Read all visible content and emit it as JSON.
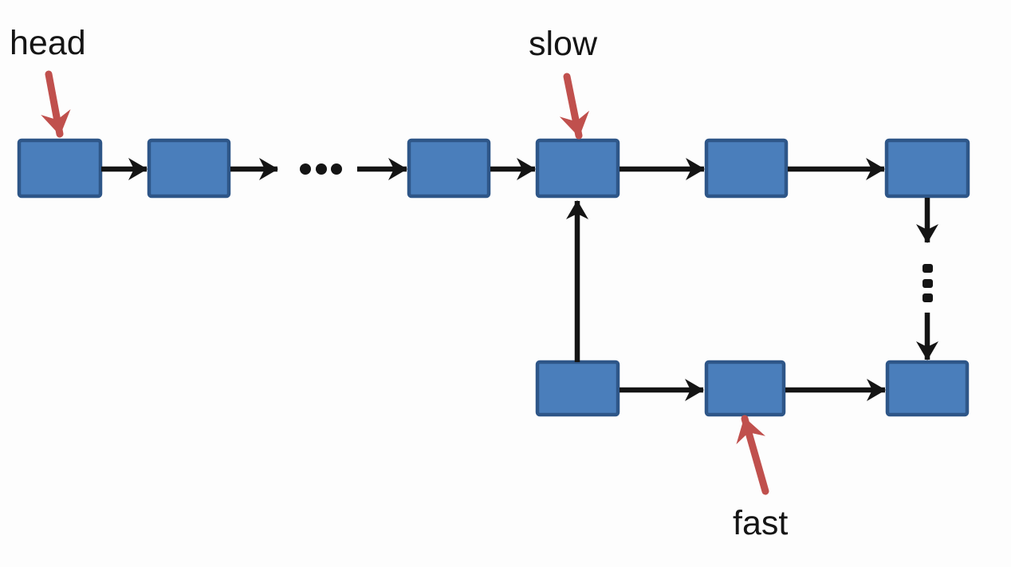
{
  "labels": {
    "head": "head",
    "slow": "slow",
    "fast": "fast"
  },
  "ellipsis": {
    "horizontal": "...",
    "vertical": "⋮"
  },
  "colors": {
    "background": "#fdfdfd",
    "node_fill": "#4a7ebb",
    "node_border": "#2e5688",
    "arrow": "#141414",
    "pointer": "#c0504d",
    "text": "#151515"
  },
  "structure": {
    "top_row_node_count": 6,
    "bottom_row_node_count": 3,
    "top_row_ellipsis_between_nodes": [
      2,
      3
    ],
    "right_column_ellipsis": true,
    "pointers": [
      {
        "label": "head",
        "points_to": "first top-row node"
      },
      {
        "label": "slow",
        "points_to": "fourth visible top-row node"
      },
      {
        "label": "fast",
        "points_to": "middle bottom-row node"
      }
    ],
    "cycle_edge": "bottom-left node links up to the slow node"
  }
}
